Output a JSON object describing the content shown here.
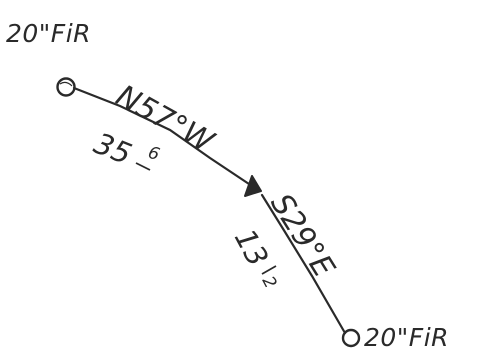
{
  "trees": {
    "start_label": "20\"FiR",
    "end_label": "20\"FiR"
  },
  "segments": [
    {
      "bearing": "N57°W",
      "distance_whole": "35",
      "distance_fraction": "6"
    },
    {
      "bearing": "S29°E",
      "distance_whole": "13",
      "distance_fraction": "2"
    }
  ],
  "colors": {
    "ink": "#2a2a2a",
    "paper": "#ffffff"
  }
}
